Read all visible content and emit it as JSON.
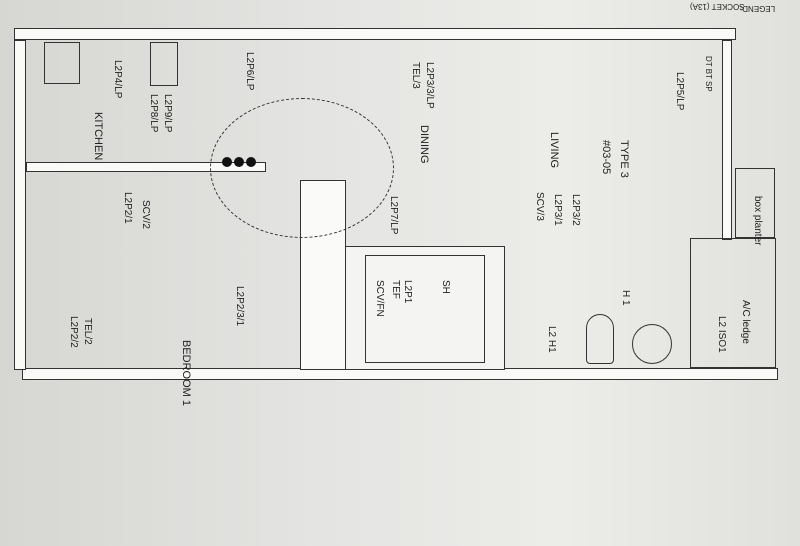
{
  "legend": {
    "title": "LEGEND:",
    "socket": "SOCKET (13A)"
  },
  "rooms": {
    "kitchen": "KITCHEN",
    "dining": "DINING",
    "living": "LIVING",
    "bedroom": "BEDROOM 1",
    "type": "TYPE 3",
    "unit": "#03-05",
    "box_planter": "box planter",
    "ac_ledge": "A/C ledge"
  },
  "points": [
    "L2P4/LP",
    "L2P8/LP",
    "L2P9/LP",
    "L2P6/LP",
    "TEL/3",
    "L2P3/3/LP",
    "L2P5/LP",
    "SCV/3",
    "L2P3/1",
    "L2P3/2",
    "L2P2/1",
    "SCV/2",
    "L2P7/LP",
    "L2P2/2",
    "TEL/2",
    "L2P2/3/1",
    "SCV/FN",
    "TEF",
    "L2P1",
    "SH",
    "L2 H1",
    "L2 ISO1",
    "DT BT SP",
    "H 1"
  ]
}
